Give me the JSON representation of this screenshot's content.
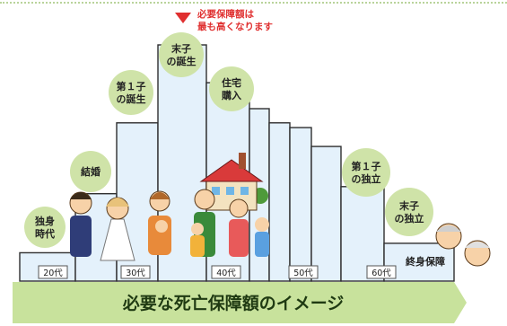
{
  "note": {
    "lines": [
      "必要保障額は",
      "最も高くなります"
    ],
    "color": "#e03030"
  },
  "events": [
    {
      "id": "single",
      "lines": [
        "独身",
        "時代"
      ]
    },
    {
      "id": "marriage",
      "lines": [
        "結婚"
      ]
    },
    {
      "id": "first-birth",
      "lines": [
        "第１子",
        "の誕生"
      ]
    },
    {
      "id": "last-birth",
      "lines": [
        "末子",
        "の誕生"
      ]
    },
    {
      "id": "housing",
      "lines": [
        "住宅",
        "購入"
      ]
    },
    {
      "id": "first-independence",
      "lines": [
        "第１子",
        "の独立"
      ]
    },
    {
      "id": "last-independence",
      "lines": [
        "末子",
        "の独立"
      ]
    }
  ],
  "age_ticks": [
    "20代",
    "30代",
    "40代",
    "50代",
    "60代"
  ],
  "final_label": "終身保障",
  "band_label": "必要な死亡保障額のイメージ",
  "levels": [
    0.12,
    0.37,
    0.67,
    1.0,
    0.84,
    0.73,
    0.67,
    0.65,
    0.57,
    0.4,
    0.16
  ],
  "colors": {
    "bar_fill": "#e4f1fb",
    "bubble": "#cfe3a8",
    "band": "#c8e29c",
    "accent": "#e03030"
  }
}
